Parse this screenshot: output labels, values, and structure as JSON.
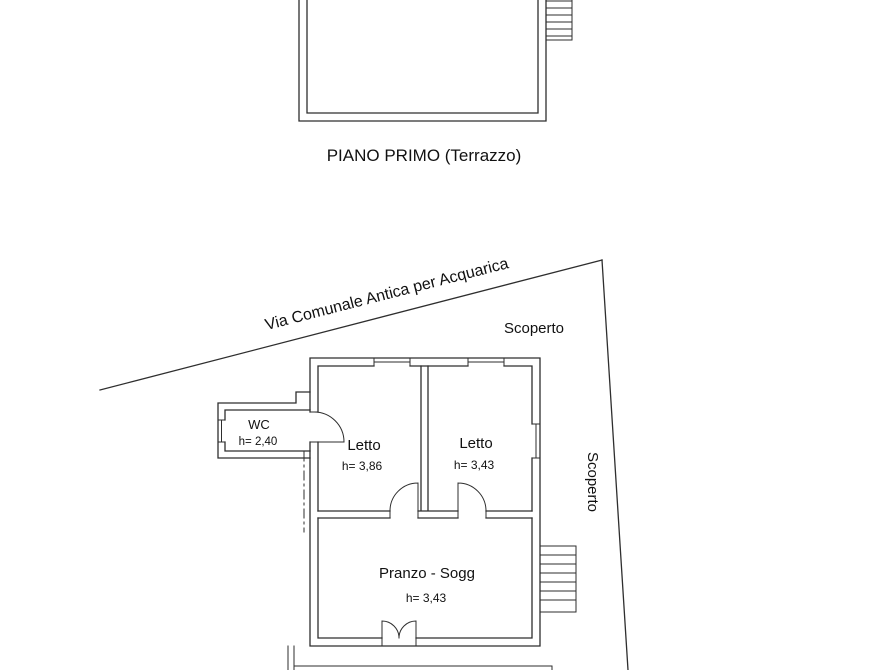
{
  "colors": {
    "ink": "#2e2e2e",
    "text": "#111111",
    "background": "#ffffff"
  },
  "first_floor": {
    "caption": "PIANO PRIMO (Terrazzo)"
  },
  "site": {
    "road_label": "Via Comunale Antica per Acquarica",
    "scoperto_upper": "Scoperto",
    "scoperto_side": "Scoperto"
  },
  "ground_floor": {
    "rooms": {
      "wc": {
        "name": "WC",
        "height": "h= 2,40"
      },
      "letto_left": {
        "name": "Letto",
        "height": "h= 3,86"
      },
      "letto_right": {
        "name": "Letto",
        "height": "h= 3,43"
      },
      "pranzo_soggiorno": {
        "name": "Pranzo - Sogg",
        "height": "h= 3,43"
      }
    }
  }
}
